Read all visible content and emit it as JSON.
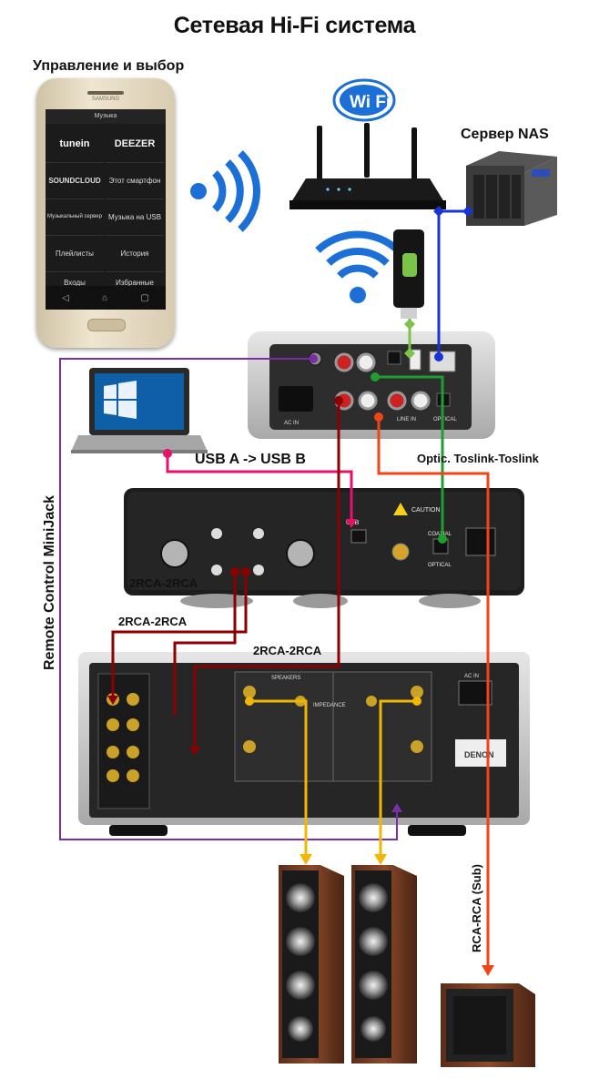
{
  "title": "Сетевая Hi-Fi система",
  "labels": {
    "control": "Управление и выбор",
    "nas": "Сервер NAS",
    "wifi": "Wi Fi",
    "usb": "USB A -> USB B",
    "optic": "Optic. Toslink-Toslink",
    "remote": "Remote Control MiniJack",
    "rca1": "2RCA-2RCA",
    "rca2": "2RCA-2RCA",
    "rca3": "2RCA-2RCA",
    "sub": "RCA-RCA (Sub)"
  },
  "phone": {
    "brand": "SAMSUNG",
    "app_title": "Музыка",
    "tiles": [
      "tunein",
      "DEEZER",
      "SOUNDCLOUD",
      "Этот смартфон",
      "Музыкальный сервер",
      "Музыка на USB",
      "Плейлисты",
      "История",
      "Входы",
      "Избранные"
    ]
  },
  "panel_text": {
    "streamer_ac": "AC IN",
    "streamer_line": "LINE IN",
    "streamer_optical": "OPTICAL",
    "dac_usb": "USB",
    "dac_coaxial": "COAXIAL",
    "dac_optical": "OPTICAL",
    "dac_caution": "CAUTION",
    "amp_speakers": "SPEAKERS",
    "amp_acin": "AC IN",
    "amp_brand": "DENON",
    "amp_impedance": "IMPEDANCE"
  },
  "colors": {
    "usb": "#e8116a",
    "optic": "#1f9e2f",
    "ethernet": "#1734d6",
    "remote": "#7a2ea6",
    "rca": "#8b0000",
    "speaker": "#f2b705",
    "sub": "#f0441a",
    "usb_stick": "#7cc34a"
  }
}
